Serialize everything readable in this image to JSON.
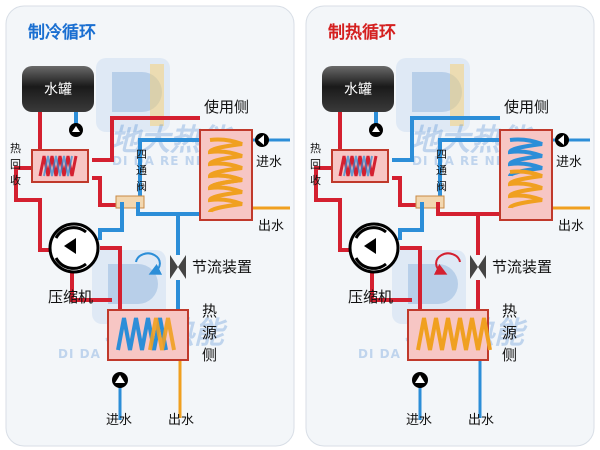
{
  "left_panel": {
    "title": "制冷循环",
    "title_color": "#1a6fd1",
    "tank": "水罐",
    "heat_recovery": [
      "热",
      "回",
      "收"
    ],
    "four_way_valve": [
      "四",
      "通",
      "阀"
    ],
    "user_side": "使用侧",
    "water_in": "进水",
    "water_out": "出水",
    "throttle": "节流装置",
    "compressor": "压缩机",
    "heat_source": [
      "热",
      "源",
      "侧"
    ],
    "bottom_in": "进水",
    "bottom_out": "出水",
    "flow_direction": "clockwise"
  },
  "right_panel": {
    "title": "制热循环",
    "title_color": "#d42020",
    "tank": "水罐",
    "heat_recovery": [
      "热",
      "回",
      "收"
    ],
    "four_way_valve": [
      "四",
      "通",
      "阀"
    ],
    "user_side": "使用侧",
    "water_in": "进水",
    "water_out": "出水",
    "throttle": "节流装置",
    "compressor": "压缩机",
    "heat_source": [
      "热",
      "源",
      "侧"
    ],
    "bottom_in": "进水",
    "bottom_out": "出水",
    "flow_direction": "counter-clockwise"
  },
  "watermark": {
    "brand": "地大热能",
    "pinyin": "DI DA RE NENG"
  },
  "colors": {
    "hot_pipe": "#d42030",
    "cold_pipe": "#2c8ed8",
    "water_out_pipe": "#f0a020",
    "hx_fill": "#f7c6c4",
    "hx_border": "#c0392b",
    "tank_fill": "#222222",
    "pump": "#000000"
  },
  "icons": [
    "pump-icon",
    "compressor-icon",
    "expansion-valve-icon",
    "flow-arrow-icon",
    "water-tank-icon",
    "heat-exchanger-icon",
    "coil-icon"
  ]
}
